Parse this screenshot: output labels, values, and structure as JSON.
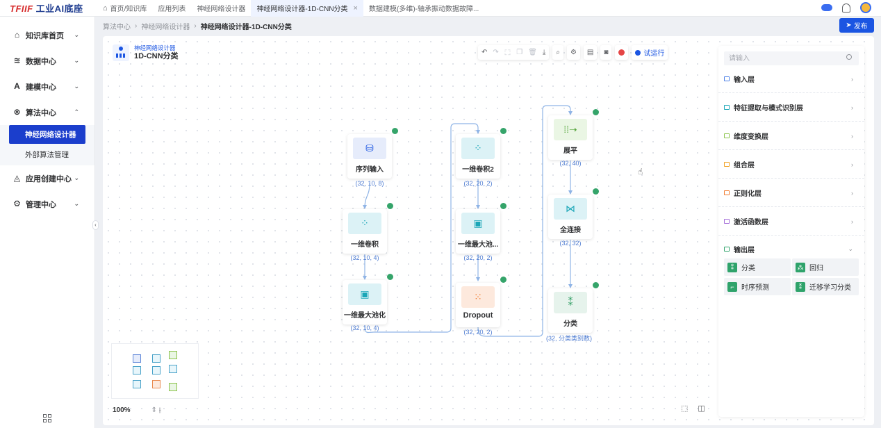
{
  "app": {
    "logo_brand": "TFIIF",
    "logo_text": "工业AI底座"
  },
  "tabs": [
    {
      "label": "首页/知识库"
    },
    {
      "label": "应用列表"
    },
    {
      "label": "神经网络设计器"
    },
    {
      "label": "神经网络设计器-1D-CNN分类",
      "active": true,
      "closable": true
    },
    {
      "label": "数据建模(多维)-轴承振动数据故障..."
    }
  ],
  "sidebar": {
    "items": [
      {
        "label": "知识库首页",
        "icon": "home-icon"
      },
      {
        "label": "数据中心",
        "icon": "database-icon"
      },
      {
        "label": "建模中心",
        "icon": "ai-model-icon"
      },
      {
        "label": "算法中心",
        "icon": "algorithm-icon",
        "expanded": true
      },
      {
        "label": "应用创建中心",
        "icon": "app-icon"
      },
      {
        "label": "管理中心",
        "icon": "settings-icon"
      }
    ],
    "sub_items": [
      {
        "label": "神经网络设计器",
        "active": true
      },
      {
        "label": "外部算法管理"
      }
    ]
  },
  "breadcrumb": {
    "items": [
      "算法中心",
      "神经网络设计器"
    ],
    "current": "神经网络设计器-1D-CNN分类"
  },
  "publish_label": "发布",
  "project": {
    "category": "神经网络设计器",
    "title": "1D-CNN分类"
  },
  "toolbar": {
    "run_label": "试运行"
  },
  "nodes": [
    {
      "id": "seq",
      "label": "序列输入",
      "shape": "(32, 10, 8)",
      "color": "blue",
      "icon": "database-icon"
    },
    {
      "id": "conv1",
      "label": "一维卷积",
      "shape": "(32, 10, 4)",
      "color": "cyan",
      "icon": "conv-icon"
    },
    {
      "id": "pool1",
      "label": "一维最大池化",
      "shape": "(32, 10, 4)",
      "color": "cyan",
      "icon": "pool-icon"
    },
    {
      "id": "conv2",
      "label": "一维卷积2",
      "shape": "(32, 20, 2)",
      "color": "cyan",
      "icon": "conv-icon"
    },
    {
      "id": "pool2",
      "label": "一维最大池...",
      "shape": "(32, 20, 2)",
      "color": "cyan",
      "icon": "pool-icon"
    },
    {
      "id": "dropout",
      "label": "Dropout",
      "shape": "(32, 20, 2)",
      "color": "orange",
      "icon": "dropout-icon"
    },
    {
      "id": "flatten",
      "label": "展平",
      "shape": "(32, 40)",
      "color": "green",
      "icon": "flatten-icon"
    },
    {
      "id": "dense",
      "label": "全连接",
      "shape": "(32, 32)",
      "color": "cyan",
      "icon": "dense-icon"
    },
    {
      "id": "classify",
      "label": "分类",
      "shape": "(32, 分类类别数)",
      "color": "teal",
      "icon": "classify-icon"
    }
  ],
  "zoom": "100%",
  "panel": {
    "search_placeholder": "请输入",
    "categories": [
      {
        "label": "输入层",
        "color": "#4a7ee6"
      },
      {
        "label": "特征提取与模式识别层",
        "color": "#1aa6b7"
      },
      {
        "label": "维度变换层",
        "color": "#8bc34a"
      },
      {
        "label": "组合层",
        "color": "#f0a020"
      },
      {
        "label": "正则化层",
        "color": "#f07a2e"
      },
      {
        "label": "激活函数层",
        "color": "#a36bd8"
      },
      {
        "label": "输出层",
        "color": "#2fa36b",
        "expanded": true
      }
    ],
    "output_items": [
      {
        "label": "分类"
      },
      {
        "label": "回归"
      },
      {
        "label": "时序预测"
      },
      {
        "label": "迁移学习分类"
      }
    ]
  }
}
